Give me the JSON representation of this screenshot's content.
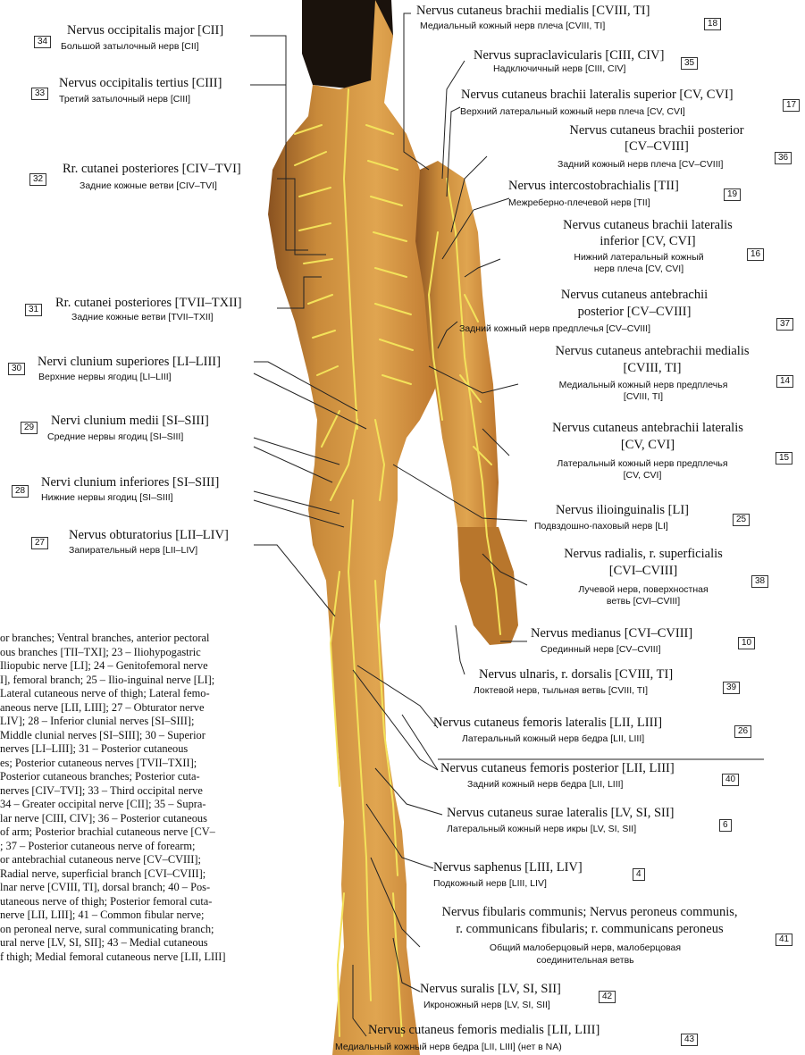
{
  "colors": {
    "skin": "#c98a3a",
    "skin_light": "#e0a550",
    "skin_dark": "#8a5220",
    "nerve": "#f3e25a",
    "line": "#222222"
  },
  "labels": {
    "l34": {
      "lat": "Nervus occipitalis major [CII]",
      "rus": "Большой затылочный нерв [CII]",
      "num": "34"
    },
    "l33": {
      "lat": "Nervus occipitalis tertius [CIII]",
      "rus": "Третий затылочный нерв [CIII]",
      "num": "33"
    },
    "l32": {
      "lat": "Rr. cutanei posteriores [CIV–TVI]",
      "rus": "Задние кожные ветви [CIV–TVI]",
      "num": "32"
    },
    "l31": {
      "lat": "Rr. cutanei posteriores [TVII–TXII]",
      "rus": "Задние кожные ветви [TVII–TXII]",
      "num": "31"
    },
    "l30": {
      "lat": "Nervi clunium superiores [LI–LIII]",
      "rus": "Верхние нервы ягодиц [LI–LIII]",
      "num": "30"
    },
    "l29": {
      "lat": "Nervi clunium medii [SI–SIII]",
      "rus": "Средние нервы ягодиц [SI–SIII]",
      "num": "29"
    },
    "l28": {
      "lat": "Nervi clunium inferiores [SI–SIII]",
      "rus": "Нижние нервы ягодиц [SI–SIII]",
      "num": "28"
    },
    "l27": {
      "lat": "Nervus obturatorius [LII–LIV]",
      "rus": "Запирательный нерв [LII–LIV]",
      "num": "27"
    },
    "l18": {
      "lat": "Nervus cutaneus brachii medialis [CVIII, TI]",
      "rus": "Медиальный кожный нерв плеча [CVIII, TI]",
      "num": "18"
    },
    "l35": {
      "lat": "Nervus supraclavicularis [CIII, CIV]",
      "rus": "Надключичный нерв [CIII, CIV]",
      "num": "35"
    },
    "l17": {
      "lat": "Nervus cutaneus brachii lateralis superior [CV, CVI]",
      "rus": "Верхний латеральный кожный нерв плеча [CV, CVI]",
      "num": "17"
    },
    "l36": {
      "lat1": "Nervus cutaneus brachii posterior",
      "lat2": "[CV–CVIII]",
      "rus": "Задний кожный нерв плеча [CV–CVIII]",
      "num": "36"
    },
    "l19": {
      "lat": "Nervus intercostobrachialis [TII]",
      "rus": "Межреберно-плечевой нерв [TII]",
      "num": "19"
    },
    "l16": {
      "lat1": "Nervus cutaneus brachii lateralis",
      "lat2": "inferior [CV, CVI]",
      "rus1": "Нижний латеральный кожный",
      "rus2": "нерв плеча [CV, CVI]",
      "num": "16"
    },
    "l37": {
      "lat1": "Nervus cutaneus antebrachii",
      "lat2": "posterior [CV–CVIII]",
      "rus": "Задний кожный нерв предплечья [CV–CVIII]",
      "num": "37"
    },
    "l14": {
      "lat1": "Nervus cutaneus antebrachii medialis",
      "lat2": "[CVIII, TI]",
      "rus1": "Медиальный кожный нерв предплечья",
      "rus2": "[CVIII, TI]",
      "num": "14"
    },
    "l15": {
      "lat1": "Nervus cutaneus antebrachii lateralis",
      "lat2": "[CV, CVI]",
      "rus1": "Латеральный кожный нерв предплечья",
      "rus2": "[CV, CVI]",
      "num": "15"
    },
    "l25": {
      "lat": "Nervus ilioinguinalis [LI]",
      "rus": "Подвздошно-паховый нерв [LI]",
      "num": "25"
    },
    "l38": {
      "lat1": "Nervus radialis, r. superficialis",
      "lat2": "[CVI–CVIII]",
      "rus1": "Лучевой нерв, поверхностная",
      "rus2": "ветвь [CVI–CVIII]",
      "num": "38"
    },
    "l10": {
      "lat": "Nervus medianus [CVI–CVIII]",
      "rus": "Срединный нерв [CV–CVIII]",
      "num": "10"
    },
    "l39": {
      "lat": "Nervus ulnaris, r. dorsalis [CVIII, TI]",
      "rus": "Локтевой нерв, тыльная ветвь [CVIII, TI]",
      "num": "39"
    },
    "l26": {
      "lat": "Nervus cutaneus femoris lateralis [LII, LIII]",
      "rus": "Латеральный кожный нерв бедра [LII, LIII]",
      "num": "26"
    },
    "l40": {
      "lat": "Nervus cutaneus femoris posterior [LII, LIII]",
      "rus": "Задний кожный нерв бедра [LII, LIII]",
      "num": "40"
    },
    "l6": {
      "lat": "Nervus cutaneus surae lateralis [LV, SI, SII]",
      "rus": "Латеральный кожный нерв икры [LV, SI, SII]",
      "num": "6"
    },
    "l4": {
      "lat": "Nervus saphenus [LIII, LIV]",
      "rus": "Подкожный нерв [LIII, LIV]",
      "num": "4"
    },
    "l41": {
      "lat1": "Nervus fibularis communis; Nervus peroneus communis,",
      "lat2": "r. communicans fibularis; r. communicans peroneus",
      "rus1": "Общий малоберцовый нерв, малоберцовая",
      "rus2": "соединительная ветвь",
      "num": "41"
    },
    "l42": {
      "lat": "Nervus suralis [LV, SI, SII]",
      "rus": "Икроножный нерв [LV, SI, SII]",
      "num": "42"
    },
    "l43": {
      "lat": "Nervus cutaneus femoris medialis [LII, LIII]",
      "rus": "Медиальный кожный нерв бедра [LII, LIII] (нет в NA)",
      "num": "43"
    }
  },
  "caption": [
    "or branches; Ventral branches, anterior pectoral",
    "ous branches [TII–TXI]; 23 – Iliohypogastric",
    "Iliopubic nerve [LI]; 24 – Genitofemoral nerve",
    "I], femoral branch; 25 – Ilio-inguinal nerve [LI];",
    "Lateral cutaneous nerve of thigh; Lateral femo-",
    "aneous nerve [LII, LIII]; 27 – Obturator nerve",
    "LIV]; 28 – Inferior clunial nerves [SI–SIII];",
    "Middle clunial nerves [SI–SIII]; 30 – Superior",
    "nerves [LI–LIII]; 31 – Posterior cutaneous",
    "es; Posterior cutaneous nerves [TVII–TXII];",
    "Posterior cutaneous branches; Posterior cuta-",
    "nerves [CIV–TVI]; 33 – Third occipital nerve",
    "34 – Greater occipital nerve [CII]; 35 – Supra-",
    "lar nerve [CIII, CIV]; 36 – Posterior cutaneous",
    "of arm; Posterior brachial cutaneous nerve [CV–",
    "; 37 – Posterior cutaneous nerve of forearm;",
    "or antebrachial cutaneous nerve [CV–CVIII];",
    "Radial nerve, superficial branch [CVI–CVIII];",
    "lnar nerve [CVIII, TI], dorsal branch; 40 – Pos-",
    "utaneous nerve of thigh; Posterior femoral cuta-",
    "nerve [LII, LIII]; 41 – Common fibular nerve;",
    "on peroneal nerve, sural communicating branch;",
    "ural nerve [LV, SI, SII]; 43 – Medial cutaneous",
    "f thigh; Medial femoral cutaneous nerve [LII, LIII]"
  ]
}
